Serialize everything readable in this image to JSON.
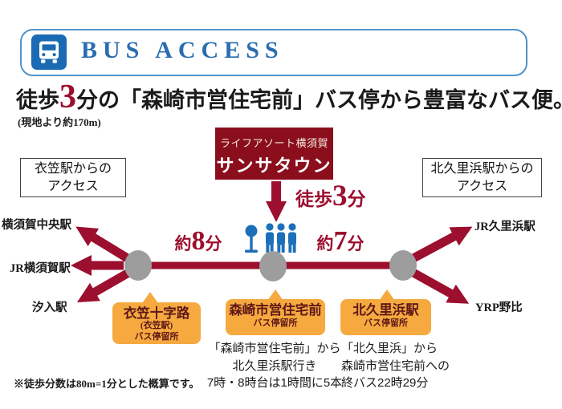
{
  "header": {
    "title": "BUS ACCESS"
  },
  "headline": {
    "prefix": "徒歩",
    "minutes": "3",
    "suffix": "分の「森崎市営住宅前」バス停から豊富なバス便。",
    "note": "(現地より約170m)"
  },
  "property": {
    "line1": "ライフアソート横須賀",
    "line2": "サンサタウン"
  },
  "walk": {
    "prefix": "徒歩",
    "minutes": "3",
    "suffix": "分"
  },
  "access_boxes": {
    "left": {
      "line1": "衣笠駅からの",
      "line2": "アクセス"
    },
    "right": {
      "line1": "北久里浜駅からの",
      "line2": "アクセス"
    }
  },
  "durations": {
    "left": {
      "prefix": "約",
      "minutes": "8",
      "suffix": "分"
    },
    "right": {
      "prefix": "約",
      "minutes": "7",
      "suffix": "分"
    }
  },
  "stations": {
    "left": [
      "横須賀中央駅",
      "JR横須賀駅",
      "汐入駅"
    ],
    "right": [
      "JR久里浜駅",
      "YRP野比"
    ]
  },
  "bus_stops": [
    {
      "name": "衣笠十字路",
      "sub": "(衣笠駅)",
      "type": "バス停留所"
    },
    {
      "name": "森崎市営住宅前",
      "type": "バス停留所"
    },
    {
      "name": "北久里浜駅",
      "type": "バス停留所"
    }
  ],
  "schedules": {
    "center": [
      "「森崎市営住宅前」から",
      "北久里浜駅行き",
      "7時・8時台は1時間に5本"
    ],
    "right": [
      "「北久里浜」から",
      "森崎市営住宅前への",
      "終バス22時29分"
    ]
  },
  "footnote": "※徒歩分数は80m=1分とした概算です。",
  "colors": {
    "accent_red": "#9C0F2E",
    "property_red": "#8B0E1D",
    "header_blue": "#1A6AB4",
    "title_blue": "#2A6DB0",
    "orange": "#F5A93F",
    "node_gray": "#9D9D9D"
  }
}
